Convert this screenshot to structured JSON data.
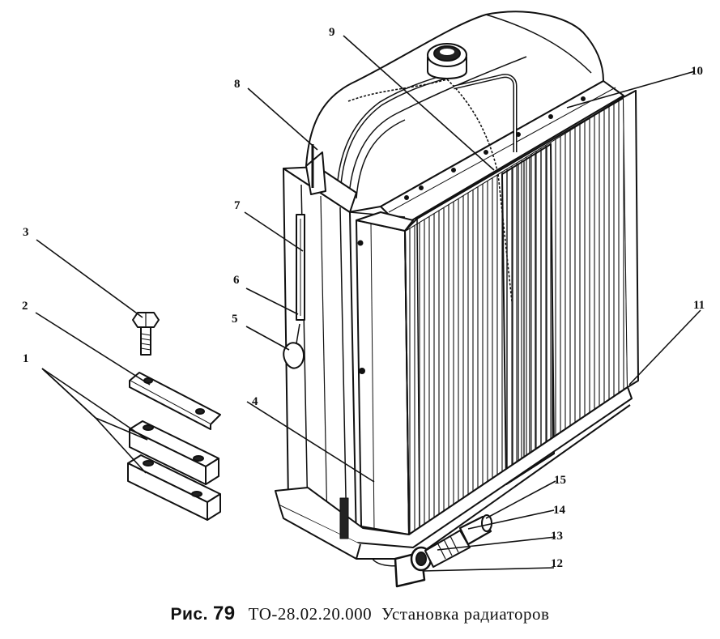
{
  "caption": {
    "label": "Рис.",
    "number": "79",
    "code": "ТО-28.02.20.000",
    "title": "Установка радиаторов"
  },
  "callouts": [
    {
      "n": "1"
    },
    {
      "n": "2"
    },
    {
      "n": "3"
    },
    {
      "n": "4"
    },
    {
      "n": "5"
    },
    {
      "n": "6"
    },
    {
      "n": "7"
    },
    {
      "n": "8"
    },
    {
      "n": "9"
    },
    {
      "n": "10"
    },
    {
      "n": "11"
    },
    {
      "n": "12"
    },
    {
      "n": "13"
    },
    {
      "n": "14"
    },
    {
      "n": "15"
    }
  ]
}
